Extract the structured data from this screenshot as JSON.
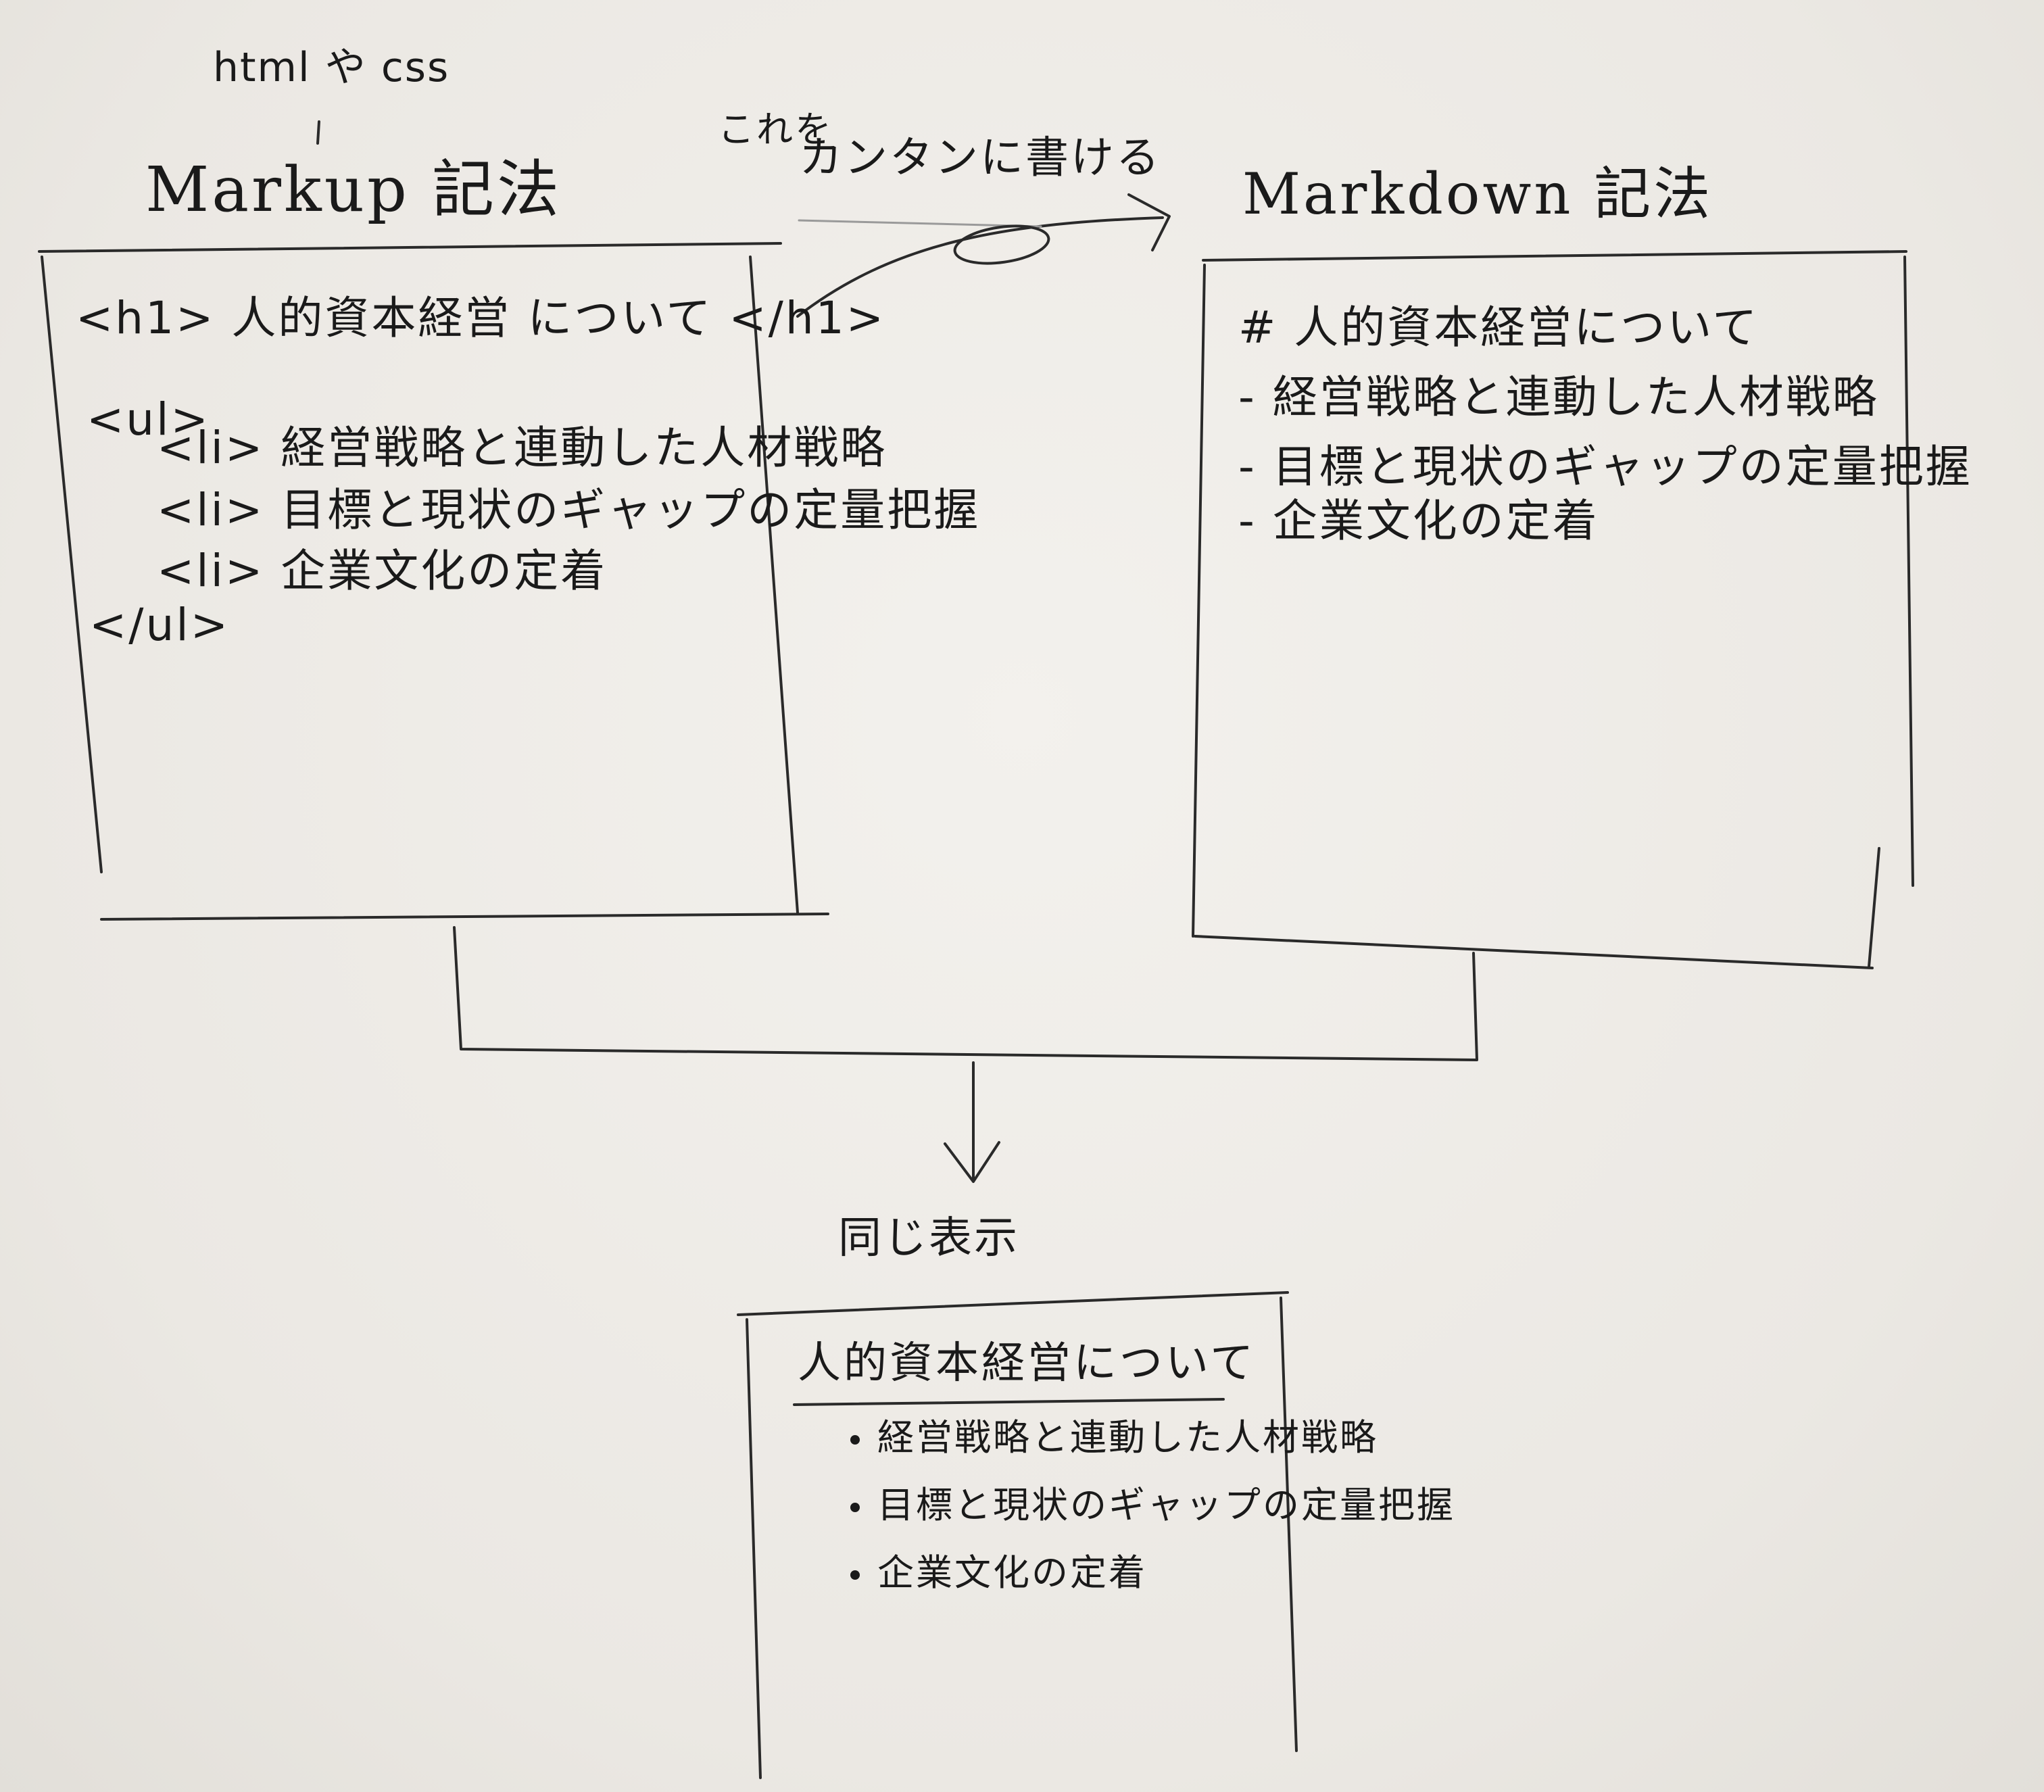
{
  "top_note": {
    "html_css": "html や css"
  },
  "left": {
    "title": "Markup 記法",
    "code_lines": [
      "<h1> 人的資本経営 について </h1>",
      "<ul>",
      "<li> 経営戦略と連動した人材戦略",
      "<li> 目標と現状のギャップの定量把握",
      "<li> 企業文化の定着",
      "</ul>"
    ]
  },
  "middle": {
    "line1": "これを",
    "line2": "カンタンに書ける"
  },
  "right": {
    "title": "Markdown 記法",
    "lines": [
      "# 人的資本経営について",
      "- 経営戦略と連動した人材戦略",
      "- 目標と現状のギャップの定量把握",
      "- 企業文化の定着"
    ]
  },
  "result": {
    "caption": "同じ表示",
    "title": "人的資本経営について",
    "items": [
      "経営戦略と連動した人材戦略",
      "目標と現状のギャップの定量把握",
      "企業文化の定着"
    ]
  }
}
